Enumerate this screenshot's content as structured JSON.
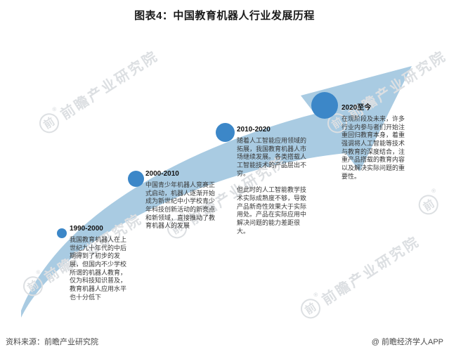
{
  "title": "图表4：中国教育机器人行业发展历程",
  "watermark": {
    "text": "前瞻产业研究院",
    "logo_char": "前",
    "reg_mark": "®"
  },
  "timeline": {
    "milestones": [
      {
        "period": "1990-2000",
        "description": "我国教育机器人在上世纪九十年代的中后期得到了初步的发展，但国内不少学校所谓的机器人教育，仅为科技知识普及，教育机器人应用水平也十分低下"
      },
      {
        "period": "2000-2010",
        "description": "中国青少年机器人竞赛正式启动，机器人逐渐开始成为新世纪中小学校青少年科技创新活动的新亮点和新领域，直接推动了教育机器人的发展"
      },
      {
        "period": "2010-2020",
        "description": "随着人工智能应用领域的拓展，我国教育机器人市场继续发展。各类搭载人工智能技术的产品层出不穷。\n\n但此时的人工智能教学技术实际成熟度不够，导致产品新奇性效果大于实际用处。产品在实际应用中解决问题的能力差距很大。"
      },
      {
        "period": "2020至今",
        "description": "在现阶段及未来，许多行业内参与者们开始注重回归教育本身，着重强调将人工智能等技术与教育的深度结合，注重产品搭载的教育内容以及解决实际问题的重要性。"
      }
    ]
  },
  "footer": {
    "source": "资料来源：前瞻产业研究院",
    "credit": "@ 前瞻经济学人APP"
  },
  "colors": {
    "arrow": "#a9cbe2",
    "node": "#3c87c8",
    "watermark": "#dcdfe2"
  }
}
